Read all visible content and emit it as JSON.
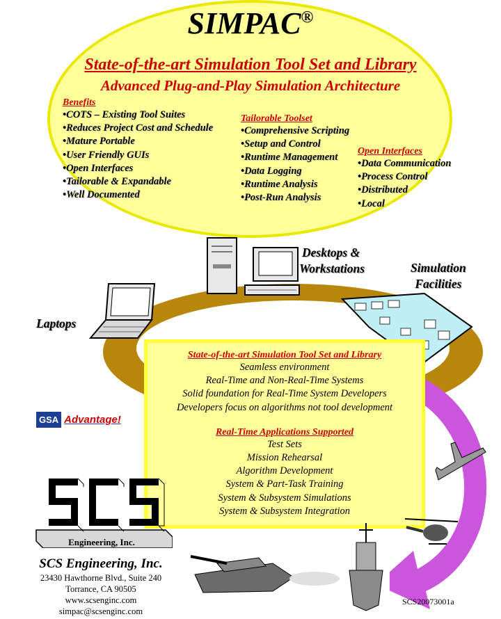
{
  "brand": {
    "name": "SIMPAC",
    "mark": "®"
  },
  "headline": "State-of-the-art Simulation Tool Set and Library",
  "subheadline": "Advanced Plug-and-Play Simulation Architecture",
  "benefits": {
    "title": "Benefits",
    "items": [
      "•COTS – Existing Tool Suites",
      "•Reduces Project Cost and Schedule",
      "•Mature Portable",
      "•User Friendly GUIs",
      "•Open Interfaces",
      "•Tailorable & Expandable",
      "•Well Documented"
    ]
  },
  "toolset": {
    "title": "Tailorable Toolset",
    "items": [
      "•Comprehensive Scripting",
      "•Setup and Control",
      "•Runtime Management",
      "•Data Logging",
      "•Runtime Analysis",
      "•Post-Run Analysis"
    ]
  },
  "interfaces": {
    "title": "Open Interfaces",
    "items": [
      "•Data Communication",
      "•Process Control",
      "•Distributed",
      "•Local"
    ]
  },
  "platforms": {
    "desktops_l1": "Desktops &",
    "desktops_l2": "Workstations",
    "sim_l1": "Simulation",
    "sim_l2": "Facilities",
    "laptops": "Laptops"
  },
  "center": {
    "title1": "State-of-the-art Simulation Tool Set and Library",
    "items1": [
      "Seamless environment",
      "Real-Time and Non-Real-Time Systems",
      "Solid foundation for Real-Time System Developers",
      "Developers focus on algorithms not tool development"
    ],
    "title2": "Real-Time Applications Supported",
    "items2": [
      "Test Sets",
      "Mission Rehearsal",
      "Algorithm Development",
      "System & Part-Task Training",
      "System & Subsystem Simulations",
      "System & Subsystem Integration"
    ]
  },
  "gsa": {
    "badge": "GSA",
    "text": "Advantage!"
  },
  "logo": {
    "letters": "SCS",
    "caption": "Engineering, Inc."
  },
  "company": {
    "name": "SCS Engineering, Inc.",
    "addr1": "23430 Hawthorne Blvd., Suite 240",
    "addr2": "Torrance, CA 90505",
    "web": "www.scsenginc.com",
    "email": "simpac@scsenginc.com"
  },
  "doc_id": "SCS20073001a",
  "colors": {
    "ellipse": "#ffff99",
    "accent_red": "#cc0000",
    "ring": "#b8860b",
    "arrow": "#cc55dd"
  }
}
